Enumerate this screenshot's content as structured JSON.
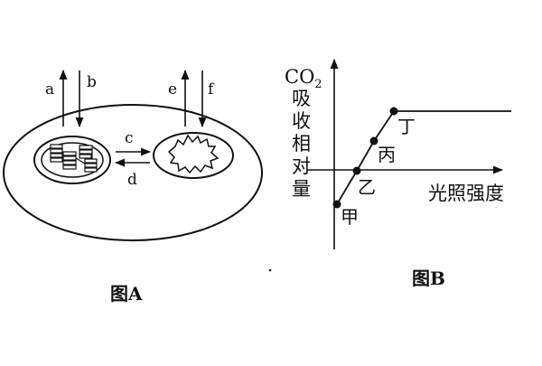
{
  "figure_a": {
    "caption": "图A",
    "labels": {
      "a": "a",
      "b": "b",
      "c": "c",
      "d": "d",
      "e": "e",
      "f": "f"
    }
  },
  "figure_b": {
    "caption": "图B",
    "y_axis": {
      "formula": "CO",
      "subscript": "2",
      "chars": [
        "吸",
        "收",
        "相",
        "对",
        "量"
      ]
    },
    "x_axis": {
      "label": "光照强度"
    },
    "points": {
      "jia": "甲",
      "yi": "乙",
      "bing": "丙",
      "ding": "丁"
    }
  }
}
